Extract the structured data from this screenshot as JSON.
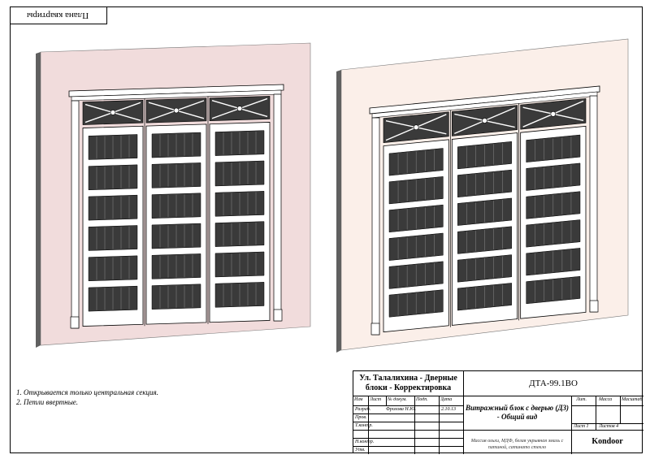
{
  "stamp": {
    "rotated_label": "Плана квартиры"
  },
  "notes": [
    "1. Открывается только центральная секция.",
    "2. Петли ввертные."
  ],
  "title_block": {
    "project_title": "Ул. Талалихина - Дверные блоки - Корректировка",
    "document_code": "ДТА-99.1ВО",
    "drawing_name": "Витражный блок с дверью (Д3) - Общий вид",
    "material_note": "Массив ольхи, МДФ, белая укрывная эмаль с патиной, сатинато стекло",
    "company": "Kondoor",
    "header_cols": [
      "Изм",
      "Лист",
      "№ докум.",
      "Подп.",
      "Дата"
    ],
    "rows": [
      {
        "role": "Разраб.",
        "name": "Фролова Н.Ю.",
        "date": "2.10.13"
      },
      {
        "role": "Пров.",
        "name": "",
        "date": ""
      },
      {
        "role": "Т.контр.",
        "name": "",
        "date": ""
      },
      {
        "role": "",
        "name": "",
        "date": ""
      },
      {
        "role": "Н.контр.",
        "name": "",
        "date": ""
      },
      {
        "role": "Утв.",
        "name": "",
        "date": ""
      }
    ],
    "stage_headers": [
      "Лит.",
      "Масса",
      "Масштаб"
    ],
    "sheet_label": "Лист 1",
    "sheets_label": "Листов 4"
  },
  "colors": {
    "wall_left": "#f1dcdc",
    "wall_right": "#fbefe9",
    "wall_edge": "#606060",
    "glass": "#3a3a3a",
    "frame_white": "#ffffff",
    "line": "#000000"
  }
}
